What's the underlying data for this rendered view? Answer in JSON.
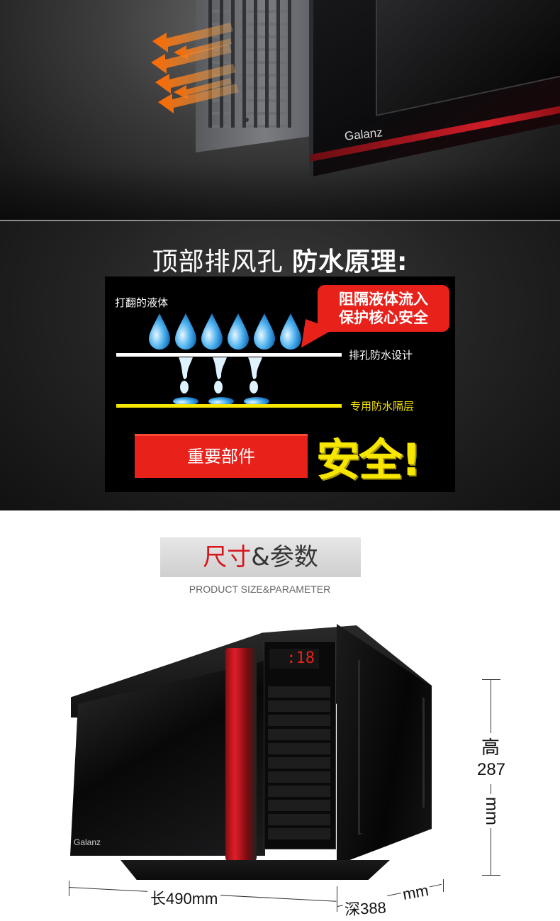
{
  "section1": {
    "brand": "Galanz"
  },
  "section2": {
    "title_light": "顶部排风孔",
    "title_bold": "防水原理:",
    "spilled_liquid_label": "打翻的液体",
    "callout": [
      "阻隔液体流入",
      "保护核心安全"
    ],
    "white_line_label": "排孔防水设计",
    "yellow_line_label": "专用防水隔层",
    "key_parts_label": "重要部件",
    "safe_label": "安全!"
  },
  "section3": {
    "banner_red": "尺寸",
    "banner_dark": "&参数",
    "subtitle": "PRODUCT SIZE&PARAMETER",
    "display_reading": ":18",
    "brand": "Galanz",
    "height_label": "高",
    "height_value": "287",
    "height_unit": "mm",
    "length_label": "长490mm",
    "depth_label": "深388",
    "depth_unit": "mm"
  },
  "colors": {
    "accent_red": "#e8211b",
    "accent_yellow": "#f7e600"
  }
}
